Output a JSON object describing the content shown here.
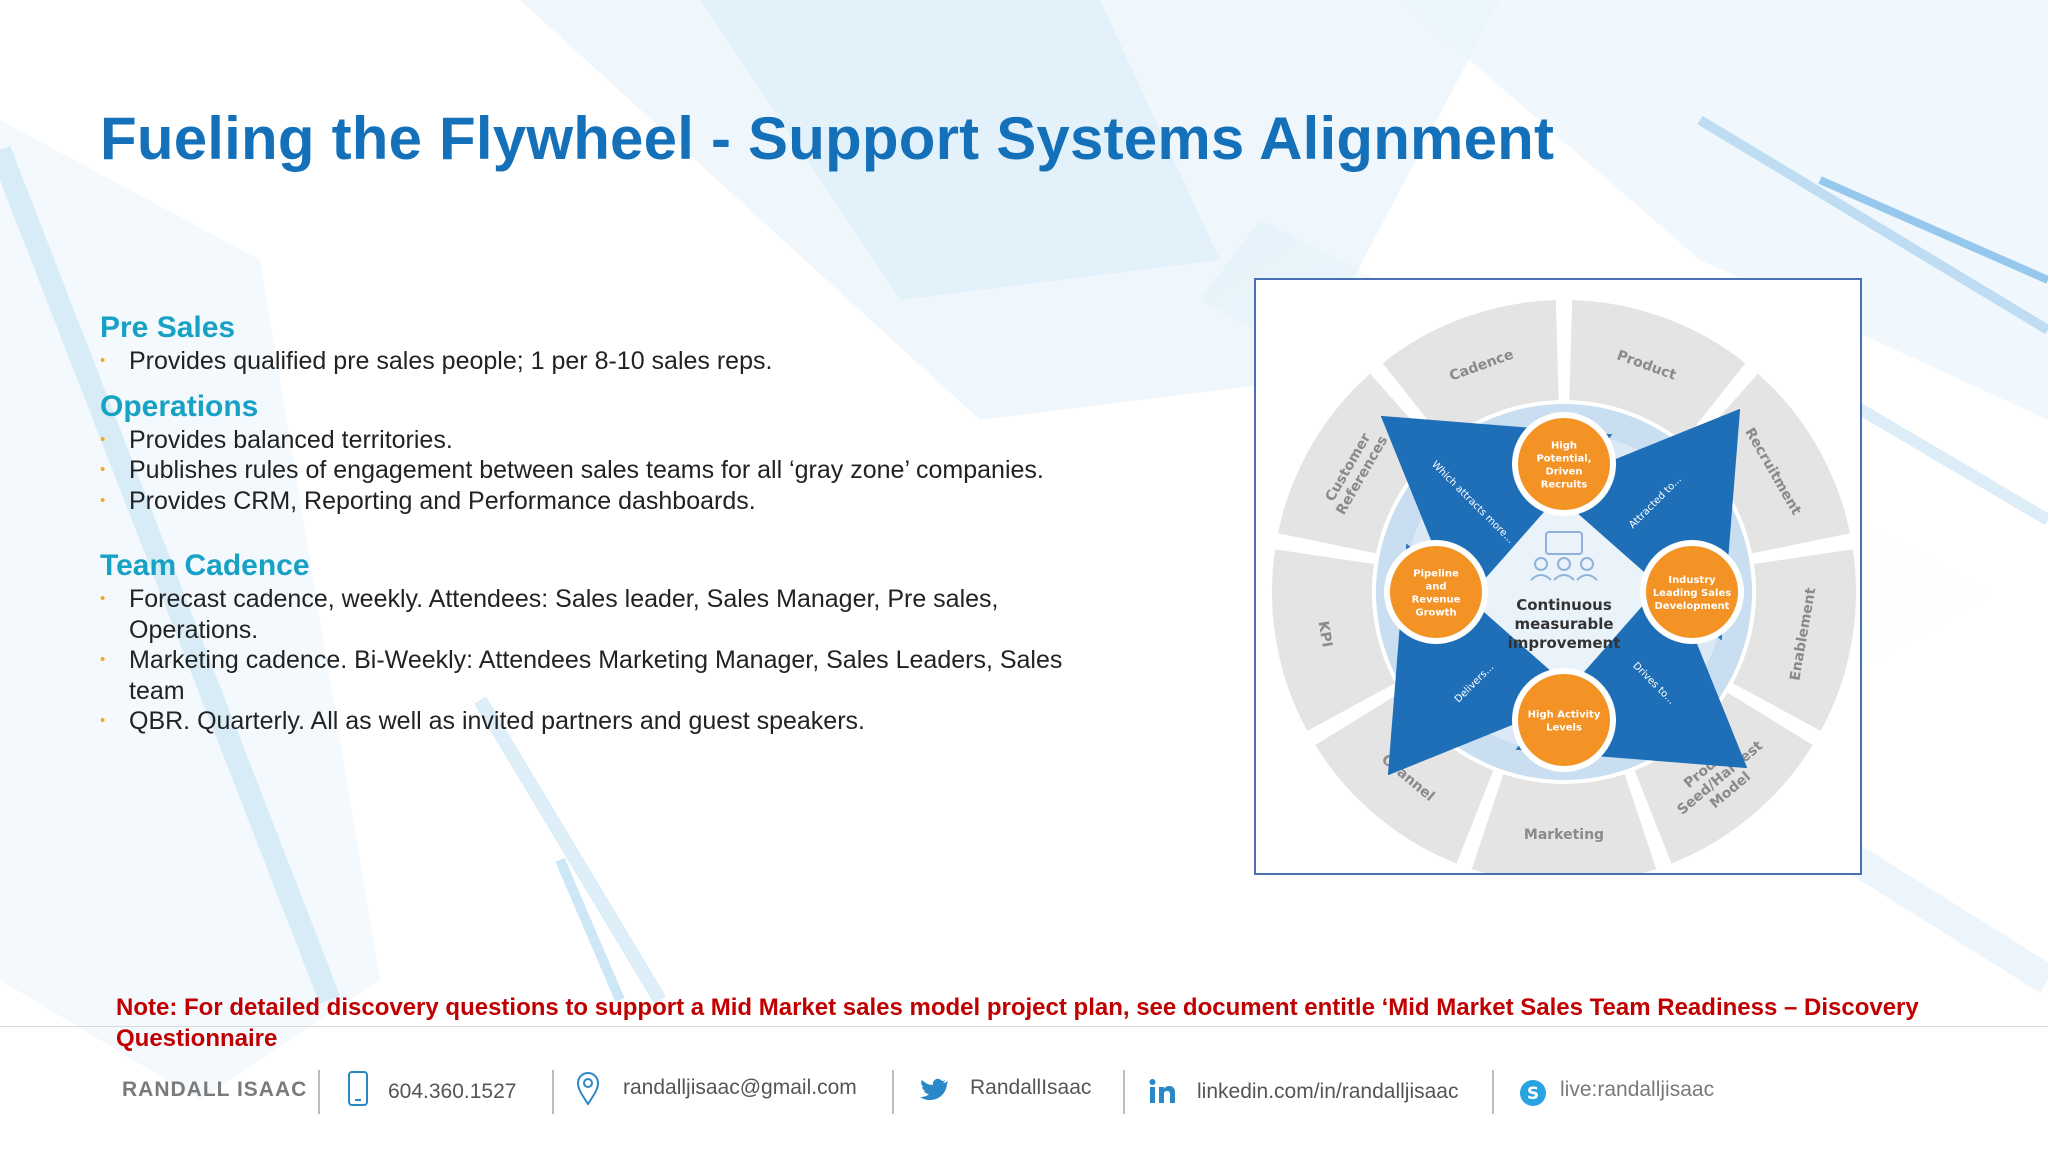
{
  "title": "Fueling the Flywheel - Support Systems Alignment",
  "sections": [
    {
      "heading": "Pre Sales",
      "bullets": [
        "Provides qualified pre sales people; 1 per 8-10 sales reps."
      ]
    },
    {
      "heading": "Operations",
      "bullets": [
        "Provides balanced territories.",
        "Publishes rules of engagement between sales teams for all ‘gray zone’ companies.",
        "Provides CRM, Reporting and Performance dashboards."
      ]
    },
    {
      "heading": "Team Cadence",
      "bullets": [
        "Forecast cadence, weekly. Attendees: Sales leader, Sales Manager, Pre sales, Operations.",
        "Marketing cadence. Bi-Weekly: Attendees Marketing Manager, Sales Leaders, Sales team",
        "QBR. Quarterly. All as well as invited partners and guest speakers."
      ]
    }
  ],
  "diagram": {
    "center": [
      "Continuous",
      "measurable",
      "improvement"
    ],
    "nodes": [
      {
        "lines": [
          "High",
          "Potential,",
          "Driven",
          "Recruits"
        ]
      },
      {
        "lines": [
          "Industry",
          "Leading Sales",
          "Development"
        ]
      },
      {
        "lines": [
          "High Activity",
          "Levels"
        ]
      },
      {
        "lines": [
          "Pipeline",
          "and",
          "Revenue",
          "Growth"
        ]
      }
    ],
    "arrows": [
      "Attracted to...",
      "Drives to...",
      "Delivers...",
      "Which attracts more..."
    ],
    "segments": [
      {
        "lines": [
          "Cadence"
        ]
      },
      {
        "lines": [
          "Product"
        ]
      },
      {
        "lines": [
          "Recruitment"
        ]
      },
      {
        "lines": [
          "Enablement"
        ]
      },
      {
        "lines": [
          "Product",
          "Seed/Harvest",
          "Model"
        ]
      },
      {
        "lines": [
          "Marketing"
        ]
      },
      {
        "lines": [
          "Channel"
        ]
      },
      {
        "lines": [
          "KPI"
        ]
      },
      {
        "lines": [
          "Customer",
          "References"
        ]
      }
    ]
  },
  "note": "Note: For detailed discovery questions to support a Mid Market sales model project plan, see document entitle ‘Mid Market Sales Team Readiness – Discovery Questionnaire",
  "footer": {
    "name": "RANDALL ISAAC",
    "phone": "604.360.1527",
    "email": "randalljisaac@gmail.com",
    "twitter": "RandallIsaac",
    "linkedin": "linkedin.com/in/randalljisaac",
    "skype": "live:randalljisaac"
  },
  "colors": {
    "title": "#1370b9",
    "heading": "#17a1c4",
    "bullet": "#f5a623",
    "note": "#c00000",
    "node": "#f39325",
    "arrow": "#1f6fb8"
  }
}
